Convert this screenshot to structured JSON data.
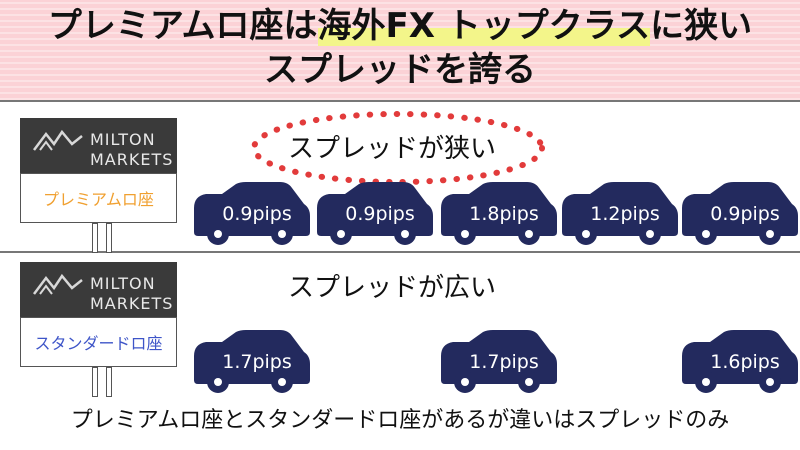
{
  "header": {
    "line1_before": "プレミアムロ座は",
    "line1_highlight": "海外FX トップクラス",
    "line1_after": "に狭い",
    "line2": "スプレッドを誇る"
  },
  "brand": {
    "logo_line1": "MILTON",
    "logo_line2": "MARKETS"
  },
  "premium": {
    "plan_label": "プレミアムロ座",
    "plan_color": "#f0a030",
    "caption": "スプレッドが狭い",
    "spreads": [
      "0.9pips",
      "0.9pips",
      "1.8pips",
      "1.2pips",
      "0.9pips"
    ]
  },
  "standard": {
    "plan_label": "スタンダードロ座",
    "plan_color": "#3e55c8",
    "caption": "スプレッドが広い",
    "spreads": [
      "1.7pips",
      "1.7pips",
      "1.6pips"
    ]
  },
  "footer": {
    "caption": "プレミアムロ座とスタンダードロ座があるが違いはスプレッドのみ"
  },
  "colors": {
    "car": "#232a5e",
    "header_bg": "#fbd2d6",
    "highlight": "#f3f58a",
    "bubble_dots": "#e23b3b"
  }
}
